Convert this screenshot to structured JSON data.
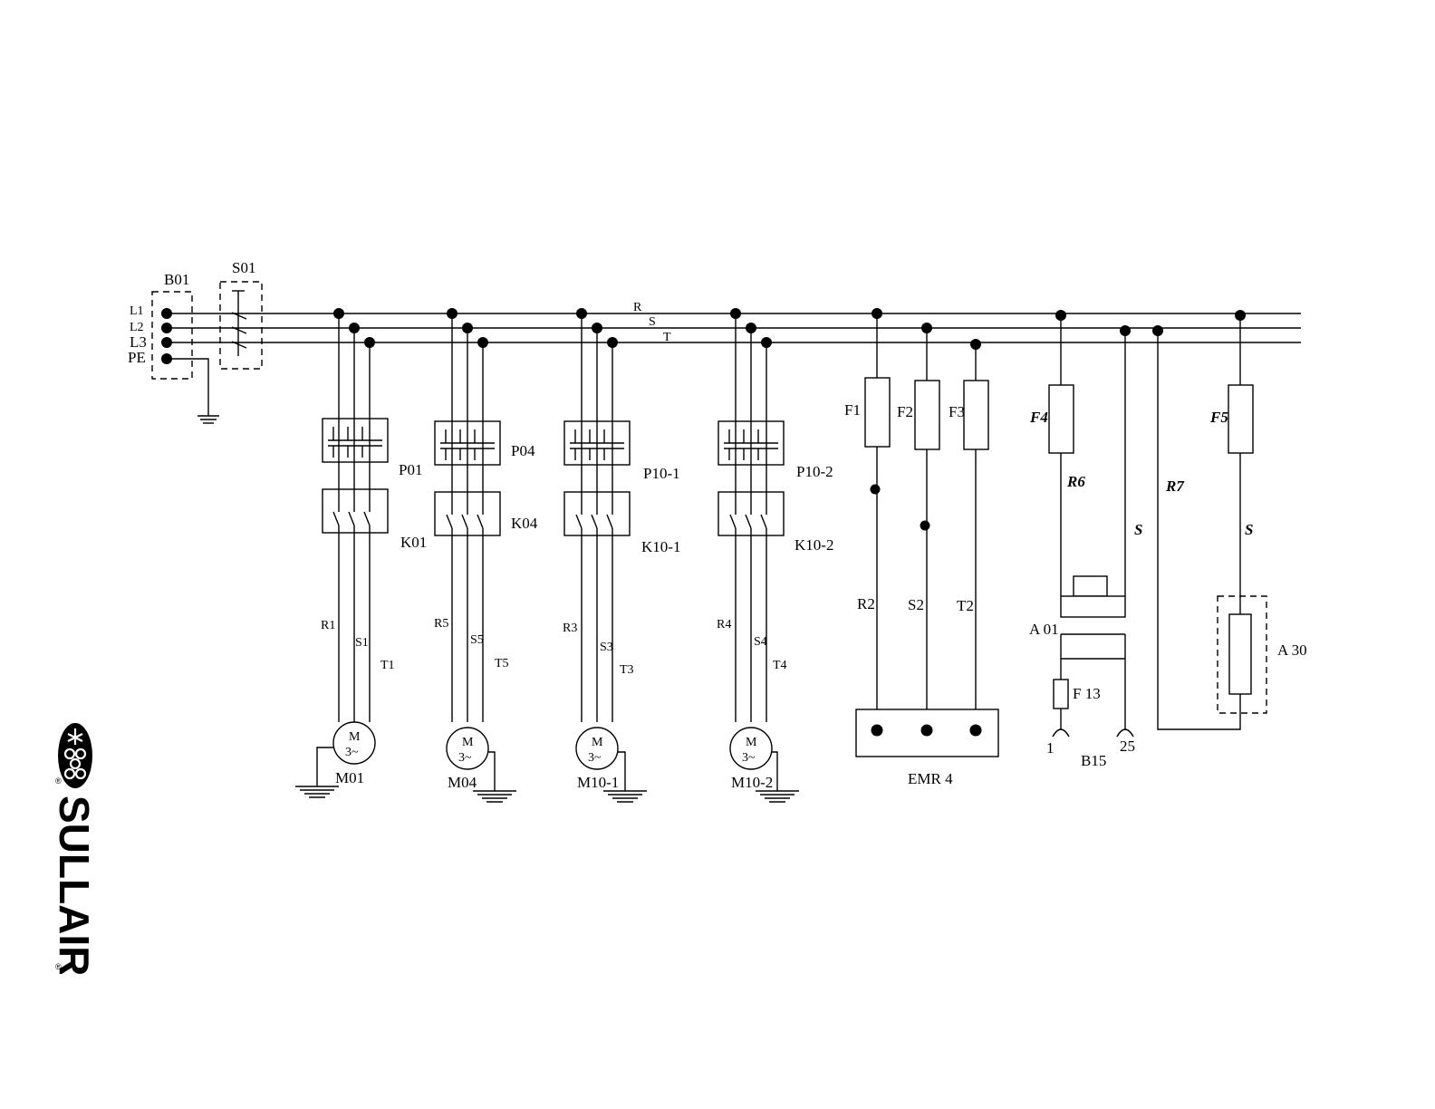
{
  "supply": {
    "terminal": "B01",
    "switch": "S01",
    "inputs": [
      "L1",
      "L2",
      "L3",
      "PE"
    ],
    "bus_labels": [
      "R",
      "S",
      "T"
    ]
  },
  "motor_branches": [
    {
      "protector": "P01",
      "contactor": "K01",
      "wires": [
        "R1",
        "S1",
        "T1"
      ],
      "motor": "M01"
    },
    {
      "protector": "P04",
      "contactor": "K04",
      "wires": [
        "R5",
        "S5",
        "T5"
      ],
      "motor": "M04"
    },
    {
      "protector": "P10-1",
      "contactor": "K10-1",
      "wires": [
        "R3",
        "S3",
        "T3"
      ],
      "motor": "M10-1"
    },
    {
      "protector": "P10-2",
      "contactor": "K10-2",
      "wires": [
        "R4",
        "S4",
        "T4"
      ],
      "motor": "M10-2"
    }
  ],
  "motor_symbol": {
    "line1": "M",
    "line2": "3~"
  },
  "emr": {
    "fuses": [
      "F1",
      "F2",
      "F3"
    ],
    "wires": [
      "R2",
      "S2",
      "T2"
    ],
    "label": "EMR 4"
  },
  "control": {
    "fuse_f4": "F4",
    "wire_r6": "R6",
    "wire_s1": "S",
    "transformer": "A 01",
    "fuse_f13": "F 13",
    "terminal_1": "1",
    "terminal_25": "25",
    "block": "B15",
    "wire_r7": "R7",
    "fuse_f5": "F5",
    "wire_s2": "S",
    "heater": "A 30"
  },
  "logo": {
    "text": "SULLAIR",
    "reg_mark": "®"
  }
}
